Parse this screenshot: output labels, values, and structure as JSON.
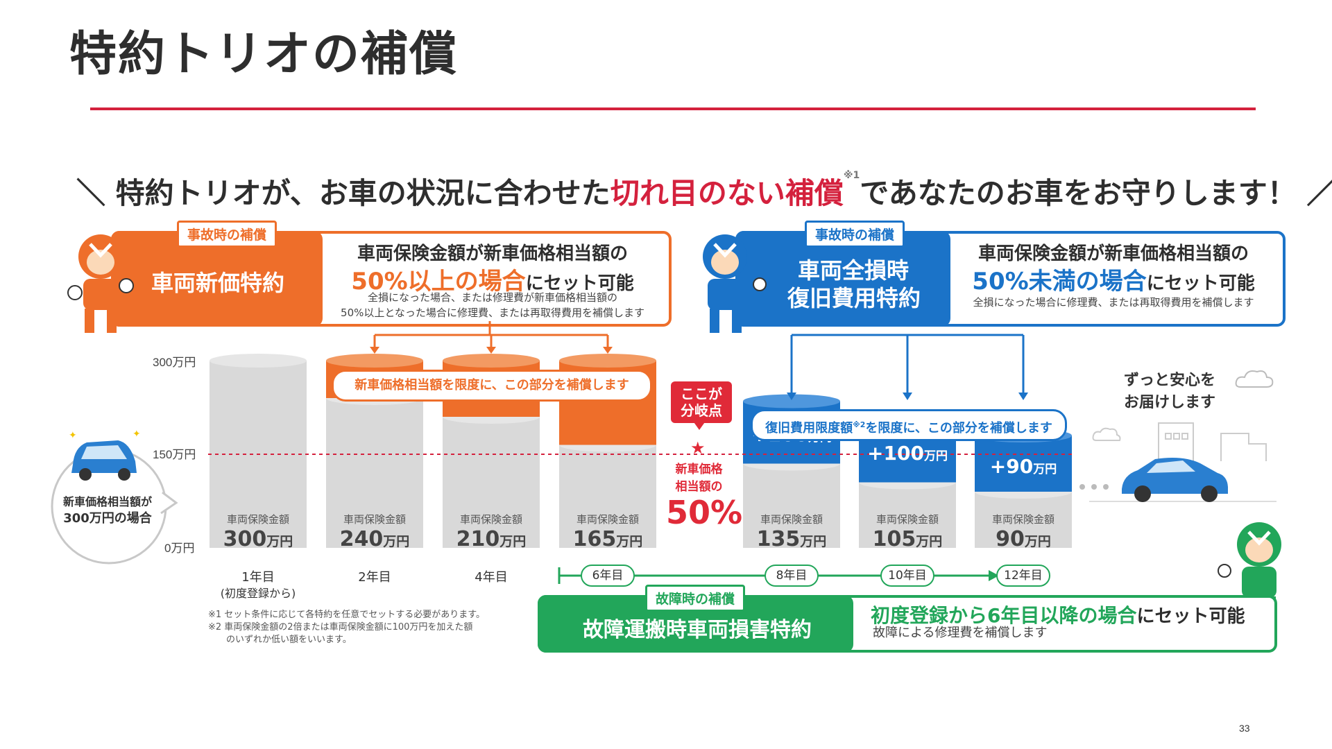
{
  "slide": {
    "title": "特約トリオの補償",
    "page_number": "33"
  },
  "headline": {
    "open": "＼",
    "before": "特約トリオが、お車の状況に合わせた",
    "accent": "切れ目のない補償",
    "note_mark": "※1",
    "after": "であなたのお車をお守りします！",
    "close": "／"
  },
  "option_left": {
    "tag": "事故時の補償",
    "name": "車両新価特約",
    "line1": "車両保険金額が新車価格相当額の",
    "line2_big": "50%以上の場合",
    "line2_rest": "にセット可能",
    "small1": "全損になった場合、または修理費が新車価格相当額の",
    "small2": "50%以上となった場合に修理費、または再取得費用を補償します"
  },
  "option_right": {
    "tag": "事故時の補償",
    "name1": "車両全損時",
    "name2": "復旧費用特約",
    "line1": "車両保険金額が新車価格相当額の",
    "line2_big": "50%未満の場合",
    "line2_rest": "にセット可能",
    "small1": "全損になった場合に修理費、または再取得費用を補償します"
  },
  "option_bottom": {
    "tag": "故障時の補償",
    "name": "故障運搬時車両損害特約",
    "line1_big": "初度登録から6年目以降の場合",
    "line1_rest": "にセット可能",
    "small1": "故障による修理費を補償します"
  },
  "example": {
    "line1": "新車価格相当額が",
    "line2": "300万円の場合"
  },
  "branch": {
    "box1": "ここが",
    "box2": "分岐点",
    "note1": "新車価格",
    "note2": "相当額の",
    "pct": "50%"
  },
  "bands": {
    "orange": "新車価格相当額を限度に、この部分を補償します",
    "blue_before": "復旧費用限度額",
    "blue_mark": "※2",
    "blue_after": "を限度に、この部分を補償します"
  },
  "closing": {
    "line1": "ずっと安心を",
    "line2": "お届けします"
  },
  "footnotes": {
    "n1": "※1 セット条件に応じて各特約を任意でセットする必要があります。",
    "n2a": "※2 車両保険金額の2倍または車両保険金額に100万円を加えた額",
    "n2b": "のいずれか低い額をいいます。"
  },
  "chart_data": {
    "type": "bar",
    "categories": [
      "1年目",
      "2年目",
      "4年目",
      "6年目",
      "8年目",
      "10年目",
      "12年目"
    ],
    "first_year_note": "(初度登録から)",
    "y_ticks": [
      "300万円",
      "150万円",
      "0万円"
    ],
    "ylim": [
      0,
      300
    ],
    "reference_line": 150,
    "bar_caption": "車両保険金額",
    "unit": "万円",
    "series": [
      {
        "name": "車両保険金額",
        "values": [
          300,
          240,
          210,
          165,
          135,
          105,
          90
        ],
        "labels": [
          "300",
          "240",
          "210",
          "165",
          "135",
          "105",
          "90"
        ]
      },
      {
        "name": "",
        "values": [
          0,
          60,
          90,
          135,
          0,
          0,
          0
        ]
      },
      {
        "name": "",
        "values": [
          0,
          0,
          0,
          0,
          100,
          100,
          90
        ],
        "labels": [
          "",
          "",
          "",
          "",
          "+100",
          "+100",
          "+90"
        ]
      }
    ],
    "pill_years": [
      "6年目",
      "8年目",
      "10年目",
      "12年目"
    ]
  },
  "colors": {
    "accent_red": "#d4213d",
    "orange": "#ee6e2a",
    "blue": "#1b73c8",
    "green": "#22a65a",
    "gray_bar": "#d9d9d9"
  }
}
